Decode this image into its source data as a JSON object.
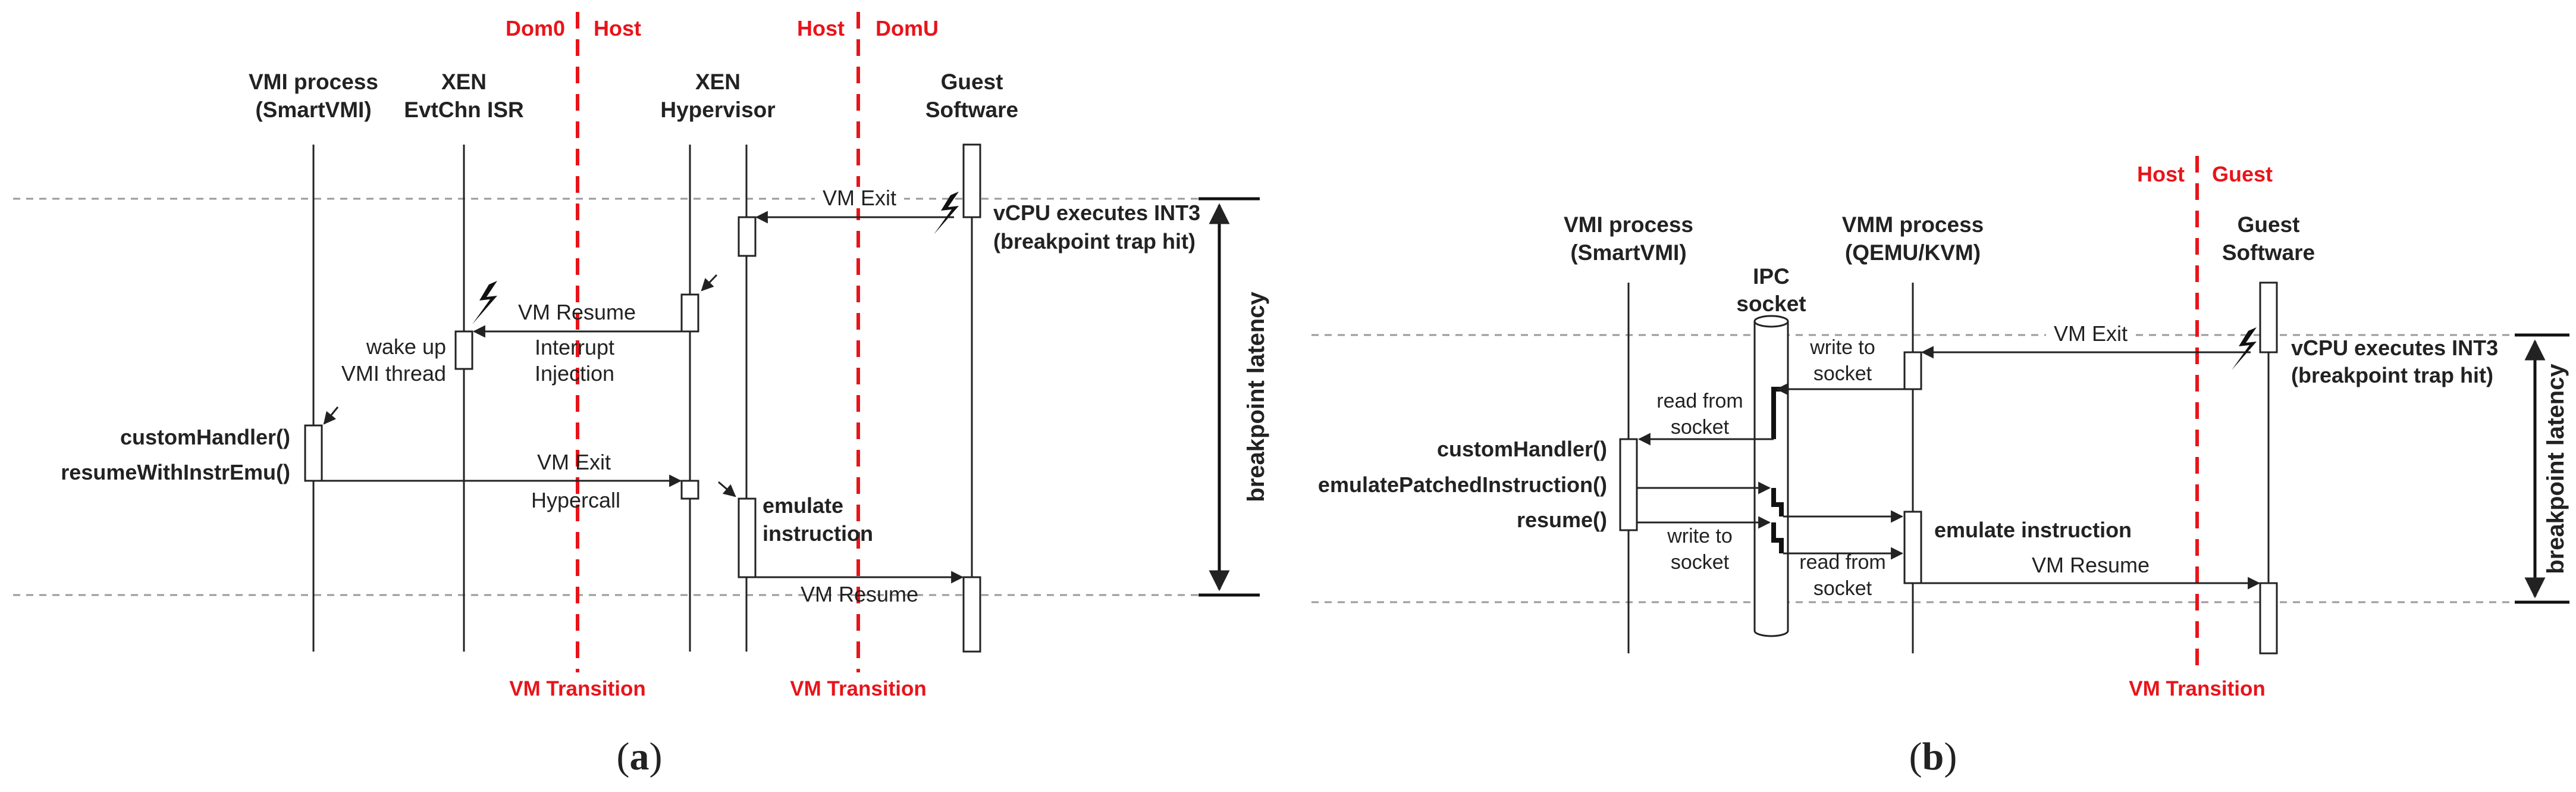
{
  "colors": {
    "red": "#e8141a",
    "line": "#222222",
    "grid": "#9a9a9a"
  },
  "a": {
    "zone_labels": [
      "Dom0",
      "Host",
      "Host",
      "DomU"
    ],
    "participants": [
      [
        "VMI process",
        "(SmartVMI)"
      ],
      [
        "XEN",
        "EvtChn ISR"
      ],
      [
        "XEN",
        "Hypervisor"
      ],
      [
        "Guest",
        "Software"
      ]
    ],
    "messages": {
      "vm_exit": "VM Exit",
      "vm_resume": "VM Resume",
      "interrupt_injection": [
        "Interrupt",
        "Injection"
      ],
      "wake_up": [
        "wake up",
        "VMI thread"
      ],
      "vm_exit_2": "VM Exit",
      "hypercall": "Hypercall",
      "vm_resume_2": "VM Resume"
    },
    "notes": {
      "vcpu": [
        "vCPU executes INT3",
        "(breakpoint trap hit)"
      ],
      "emulate": [
        "emulate",
        "instruction"
      ]
    },
    "calls": [
      "customHandler()",
      "resumeWithInstrEmu()"
    ],
    "latency": "breakpoint latency",
    "transition": [
      "VM Transition",
      "VM Transition"
    ],
    "caption": {
      "open": "(",
      "letter": "a",
      "close": ")"
    }
  },
  "b": {
    "zone_labels": [
      "Host",
      "Guest"
    ],
    "participants": [
      [
        "VMI process",
        "(SmartVMI)"
      ],
      [
        "IPC",
        "socket"
      ],
      [
        "VMM process",
        "(QEMU/KVM)"
      ],
      [
        "Guest",
        "Software"
      ]
    ],
    "messages": {
      "vm_exit": "VM Exit",
      "write_to_socket": [
        "write to",
        "socket"
      ],
      "read_from_socket": [
        "read from",
        "socket"
      ],
      "write_to_socket_2": [
        "write to",
        "socket"
      ],
      "read_from_socket_2": [
        "read from",
        "socket"
      ],
      "vm_resume": "VM Resume"
    },
    "notes": {
      "vcpu": [
        "vCPU executes INT3",
        "(breakpoint trap hit)"
      ],
      "emulate": "emulate instruction"
    },
    "calls": [
      "customHandler()",
      "emulatePatchedInstruction()",
      "resume()"
    ],
    "latency": "breakpoint latency",
    "transition": "VM Transition",
    "caption": {
      "open": "(",
      "letter": "b",
      "close": ")"
    }
  }
}
